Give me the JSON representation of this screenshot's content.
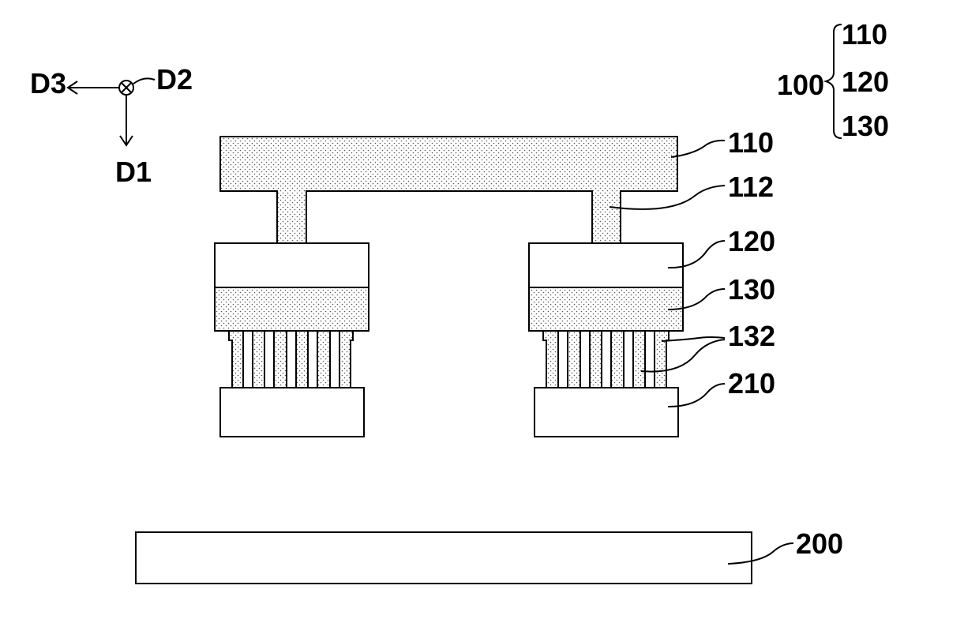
{
  "directions": {
    "d1": "D1",
    "d2": "D2",
    "d3": "D3"
  },
  "legend": {
    "group": "100",
    "members": [
      "110",
      "120",
      "130"
    ]
  },
  "callouts": {
    "part_110": "110",
    "part_112": "112",
    "part_120": "120",
    "part_130": "130",
    "part_132": "132",
    "part_210": "210",
    "part_200": "200"
  },
  "colors": {
    "stroke": "#000000",
    "fill": "#ffffff",
    "dot": "#555555"
  }
}
